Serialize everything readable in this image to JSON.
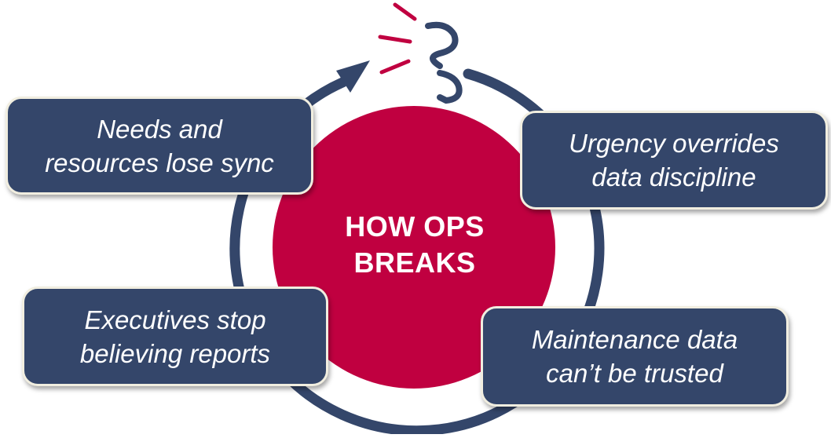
{
  "center": {
    "line1": "HOW OPS",
    "line2": "BREAKS"
  },
  "stages": [
    {
      "line1": "Needs and",
      "line2": "resources lose sync"
    },
    {
      "line1": "Urgency overrides",
      "line2": "data discipline"
    },
    {
      "line1": "Maintenance data",
      "line2": "can’t be trusted"
    },
    {
      "line1": "Executives stop",
      "line2": "believing reports"
    }
  ],
  "colors": {
    "cycle_ring": "#34466a",
    "center_circle": "#c00040",
    "break_marks": "#c00040",
    "box_fill": "#34466a",
    "box_border": "#f1eee0",
    "text": "#ffffff"
  },
  "icons": {
    "cycle": "broken-cycle-arrow-icon",
    "break": "break-spark-icon"
  }
}
